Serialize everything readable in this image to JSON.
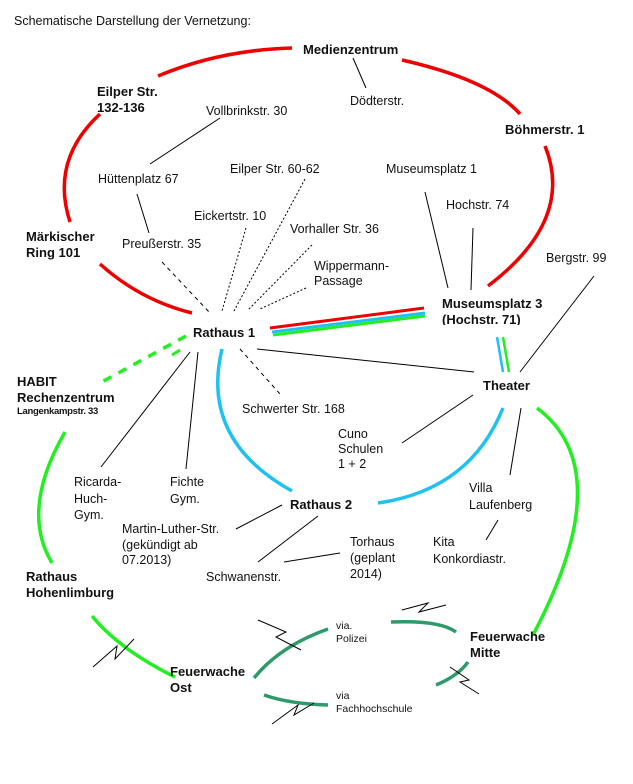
{
  "title": "Schematische Darstellung der Vernetzung:",
  "colors": {
    "ring_red": "#ee0000",
    "ring_blue": "#1ec1f0",
    "ring_green": "#22ee22",
    "radio_green": "#2e9a6a",
    "line": "#000000"
  },
  "nodes": {
    "medienzentrum": "Medienzentrum",
    "eilper_132": [
      "Eilper Str.",
      "132-136"
    ],
    "boehmerstr": "Böhmerstr. 1",
    "maerkischer_ring": [
      "Märkischer",
      "Ring 101"
    ],
    "museumsplatz3": [
      "Museumsplatz 3",
      "(Hochstr. 71)"
    ],
    "rathaus1": "Rathaus 1",
    "habit": [
      "HABIT",
      "Rechenzentrum",
      "Langenkampstr. 33"
    ],
    "theater": "Theater",
    "rathaus2": "Rathaus 2",
    "rathaus_hohenlimburg": [
      "Rathaus",
      "Hohenlimburg"
    ],
    "feuerwache_mitte": [
      "Feuerwache",
      "Mitte"
    ],
    "feuerwache_ost": [
      "Feuerwache",
      "Ost"
    ]
  },
  "sites": {
    "doedterstr": "Dödterstr.",
    "vollbrinkstr": "Vollbrinkstr. 30",
    "huettenplatz": "Hüttenplatz 67",
    "eilper_60": "Eilper Str. 60-62",
    "museumsplatz1": "Museumsplatz 1",
    "hochstr74": "Hochstr. 74",
    "eickertstr": "Eickertstr. 10",
    "vorhaller": "Vorhaller Str. 36",
    "preusserstr": "Preußerstr. 35",
    "wippermann": [
      "Wippermann-",
      "Passage"
    ],
    "bergstr": "Bergstr. 99",
    "schwerter": "Schwerter Str. 168",
    "cuno": [
      "Cuno",
      "Schulen",
      "1 + 2"
    ],
    "ricarda": [
      "Ricarda-",
      "Huch-",
      "Gym."
    ],
    "fichte": [
      "Fichte",
      "Gym."
    ],
    "villa": [
      "Villa",
      "Laufenberg"
    ],
    "martin_luther": [
      "Martin-Luther-Str.",
      "(gekündigt ab",
      "07.2013)"
    ],
    "torhaus": [
      "Torhaus",
      "(geplant",
      "2014)"
    ],
    "kita": [
      "Kita",
      "Konkordiastr."
    ],
    "schwanenstr": "Schwanenstr.",
    "via_polizei": [
      "via.",
      "Polizei"
    ],
    "via_fh": [
      "via",
      "Fachhochschule"
    ]
  }
}
